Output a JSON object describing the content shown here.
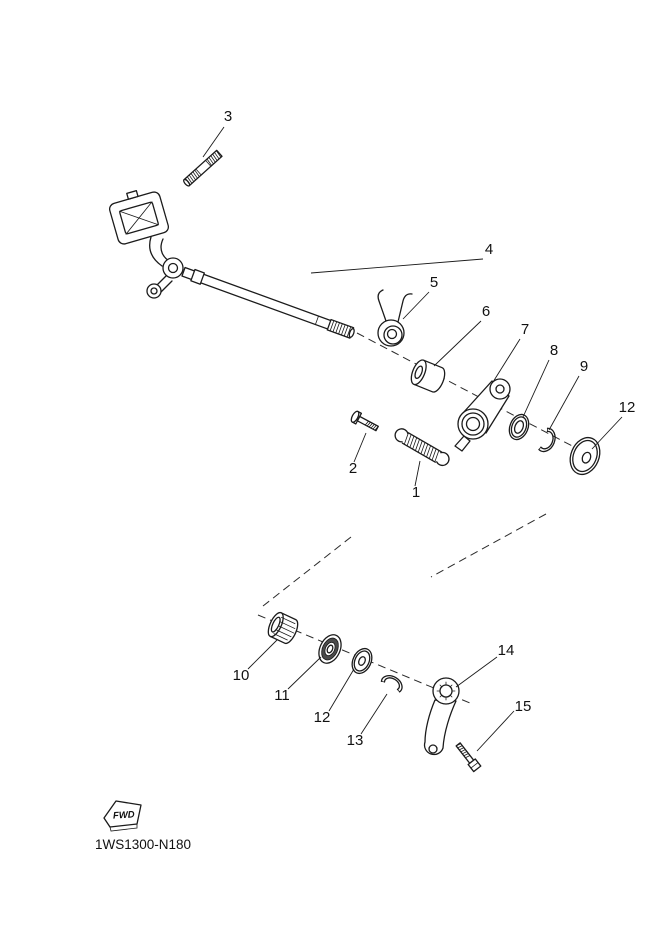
{
  "diagram": {
    "part_code": "1WS1300-N180",
    "fwd_label": "FWD",
    "callouts": {
      "n1": "1",
      "n2": "2",
      "n3": "3",
      "n4": "4",
      "n5": "5",
      "n6": "6",
      "n7": "7",
      "n8": "8",
      "n9": "9",
      "n10": "10",
      "n11": "11",
      "n12_upper": "12",
      "n12_lower": "12",
      "n13": "13",
      "n14": "14",
      "n15": "15"
    }
  }
}
